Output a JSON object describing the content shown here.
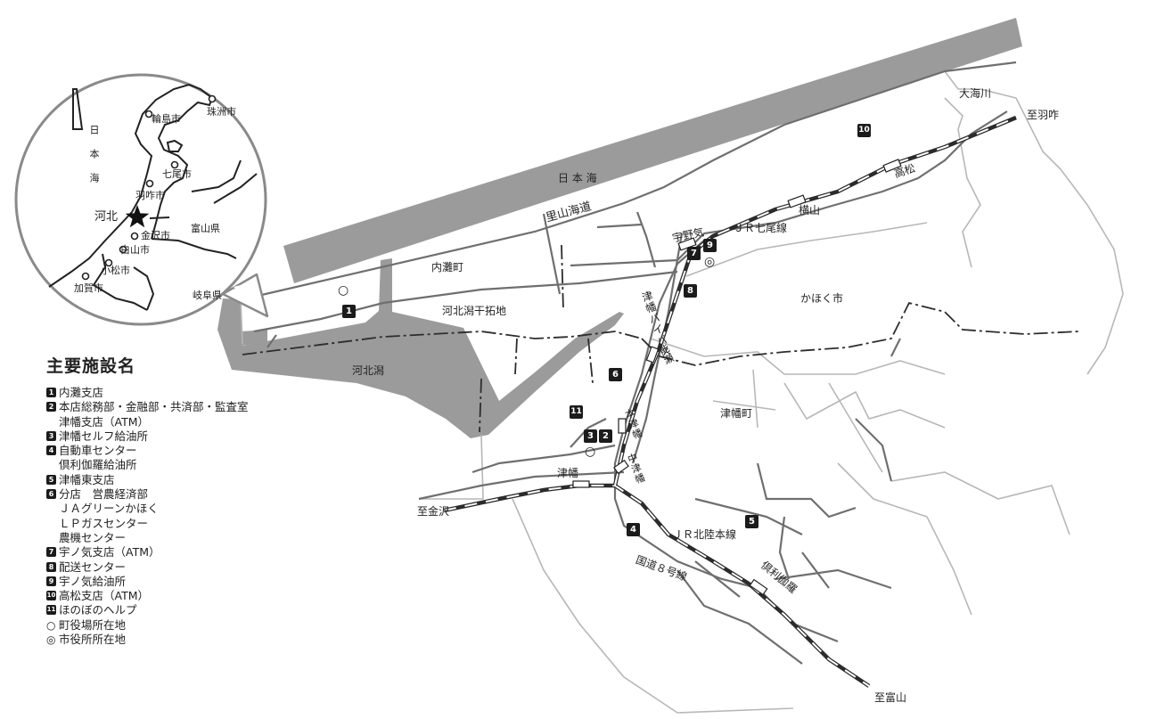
{
  "map_labels": {
    "sea": "日 本 海",
    "satoyama": "里山海道",
    "uchinada": "内灘町",
    "kahokugata_kantaku": "河北潟干拓地",
    "kahokugata": "河北潟",
    "kahoku_city": "かほく市",
    "tsubata_town": "津幡町",
    "tsubata_bypass": "津幡バイパス",
    "nanao_line": "ＪＲ七尾線",
    "hokuriku_line": "ＪＲ北陸本線",
    "route8": "国道８号線",
    "onogawa": "大海川",
    "to_hakui": "至羽咋",
    "to_kanazawa": "至金沢",
    "to_toyama": "至富山",
    "st_unoke": "宇野気",
    "st_yokoyama": "横山",
    "st_takamatsu": "高松",
    "st_nouse": "能瀬",
    "st_hontsubata": "本津幡",
    "st_tsubata": "津幡",
    "st_nakatsubata": "中津幡",
    "st_kurikara": "倶利伽羅"
  },
  "inset": {
    "north_sea": "日本海",
    "wajima": "輪島市",
    "suzu": "珠洲市",
    "nanao": "七尾市",
    "hakui": "羽咋市",
    "kahoku": "河北",
    "toyama_pref": "富山県",
    "kanazawa": "金沢市",
    "hakusan": "白山市",
    "komatsu": "小松市",
    "kaga": "加賀市",
    "gifu_pref": "岐阜県"
  },
  "markers": {
    "m1": "1",
    "m2": "2",
    "m3": "3",
    "m4": "4",
    "m5": "5",
    "m6": "6",
    "m7": "7",
    "m8": "8",
    "m9": "9",
    "m10": "10",
    "m11": "11",
    "town_office": "○",
    "city_office": "◎"
  },
  "legend": {
    "title": "主要施設名",
    "items": [
      {
        "badge": "1",
        "lines": [
          "内灘支店"
        ]
      },
      {
        "badge": "2",
        "lines": [
          "本店総務部・金融部・共済部・監査室",
          "津幡支店（ATM）"
        ]
      },
      {
        "badge": "3",
        "lines": [
          "津幡セルフ給油所"
        ]
      },
      {
        "badge": "4",
        "lines": [
          "自動車センター",
          "倶利伽羅給油所"
        ]
      },
      {
        "badge": "5",
        "lines": [
          "津幡東支店"
        ]
      },
      {
        "badge": "6",
        "lines": [
          "分店　営農経済部",
          "ＪＡグリーンかほく",
          "ＬＰガスセンター",
          "農機センター"
        ]
      },
      {
        "badge": "7",
        "lines": [
          "宇ノ気支店（ATM）"
        ]
      },
      {
        "badge": "8",
        "lines": [
          "配送センター"
        ]
      },
      {
        "badge": "9",
        "lines": [
          "宇ノ気給油所"
        ]
      },
      {
        "badge": "10",
        "lines": [
          "高松支店（ATM）"
        ]
      },
      {
        "badge": "11",
        "lines": [
          "ほのぼのヘルプ"
        ]
      }
    ],
    "symbols": [
      {
        "symbol": "○",
        "text": "町役場所在地"
      },
      {
        "symbol": "◎",
        "text": "市役所所在地"
      }
    ]
  }
}
